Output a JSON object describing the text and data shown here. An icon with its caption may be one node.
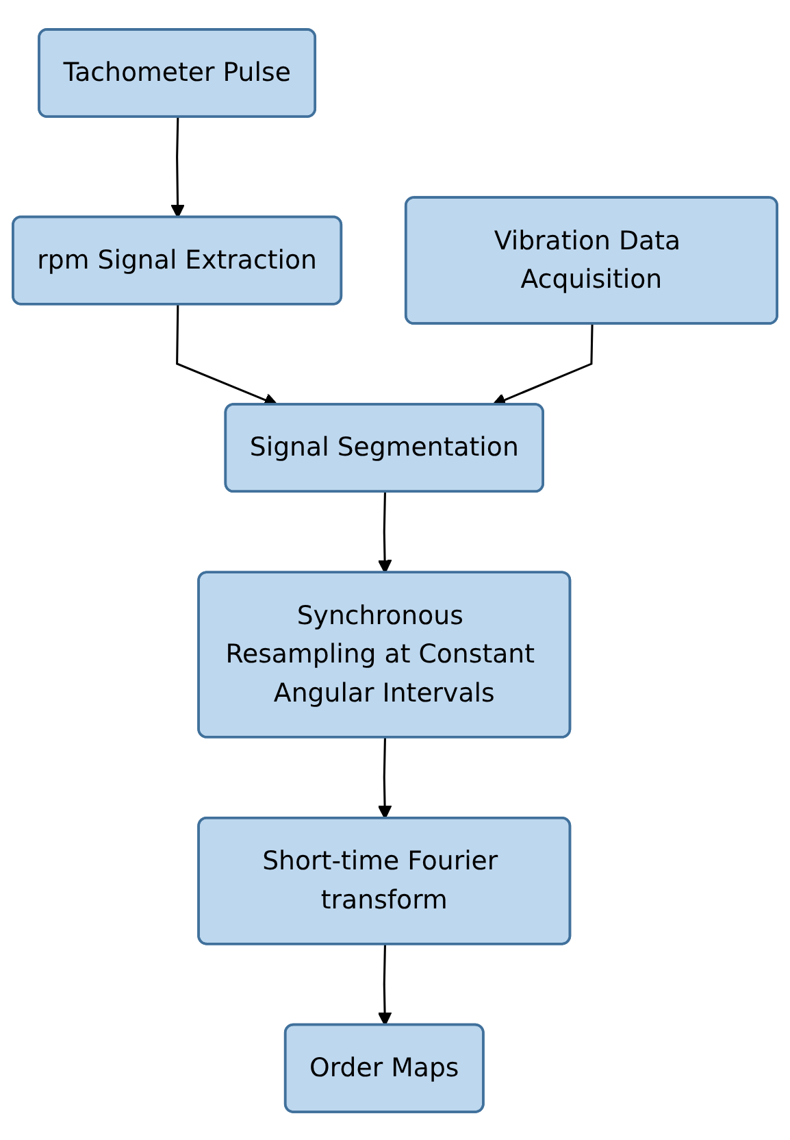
{
  "diagram": {
    "nodes": [
      {
        "text": [
          "Tachometer Pulse"
        ]
      },
      {
        "text": [
          "Vibration Data Acquisition"
        ]
      },
      {
        "text": [
          "rpm Signal Extraction"
        ]
      },
      {
        "text": [
          "Signal Segmentation"
        ]
      },
      {
        "text": [
          "Synchronous Resampling at Constant Angular Intervals"
        ]
      },
      {
        "text": [
          "Short-time Fourier transform"
        ]
      },
      {
        "text": [
          "Order Maps"
        ]
      }
    ],
    "edges": [
      {
        "from": 0,
        "to": 2,
        "arrow": "to"
      },
      {
        "from": 2,
        "to": 3,
        "arrow": "to"
      },
      {
        "from": 1,
        "to": 3,
        "arrow": "to"
      },
      {
        "from": 3,
        "to": 4,
        "arrow": "to"
      },
      {
        "from": 4,
        "to": 5,
        "arrow": "to"
      },
      {
        "from": 5,
        "to": 6,
        "arrow": "to"
      }
    ]
  }
}
